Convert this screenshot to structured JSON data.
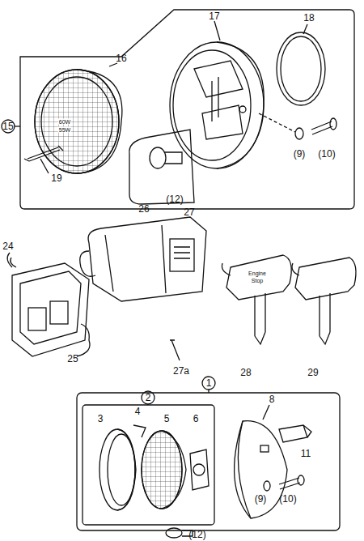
{
  "diagram": {
    "labels": [
      "15",
      "16",
      "17",
      "18",
      "19",
      "(9)",
      "(10)",
      "(12)",
      "60W",
      "55W",
      "24",
      "25",
      "26",
      "27",
      "27a",
      "28",
      "29",
      "Engine",
      "Stop",
      "1",
      "2",
      "3",
      "4",
      "5",
      "6",
      "8",
      "11",
      "(9)",
      "(10)",
      "(12)"
    ]
  }
}
